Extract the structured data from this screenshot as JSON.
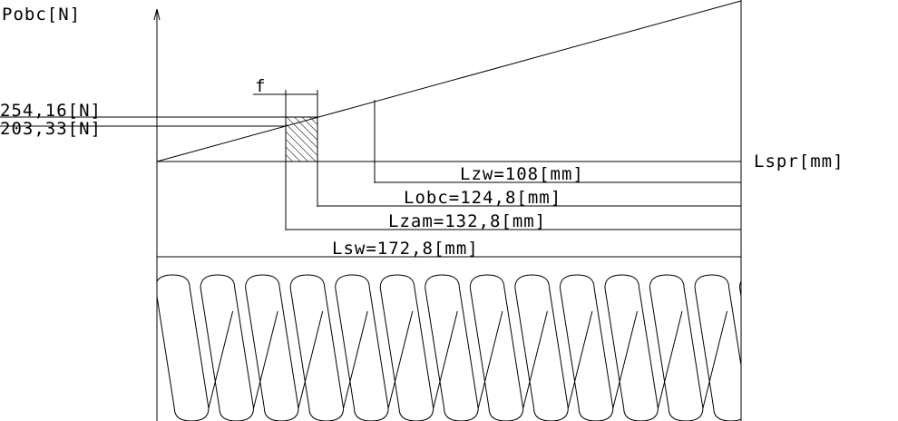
{
  "axes": {
    "y_label": "Pobc[N]",
    "x_label": "Lspr[mm]"
  },
  "forces": {
    "upper": "254,16[N]",
    "lower": "203,33[N]"
  },
  "deflection_label": "f",
  "dimensions": {
    "lzw": "Lzw=108[mm]",
    "lobc": "Lobc=124,8[mm]",
    "lzam": "Lzam=132,8[mm]",
    "lsw": "Lsw=172,8[mm]"
  },
  "spring": {
    "coil_count": 13
  },
  "colors": {
    "line": "#000000",
    "background": "#ffffff"
  }
}
